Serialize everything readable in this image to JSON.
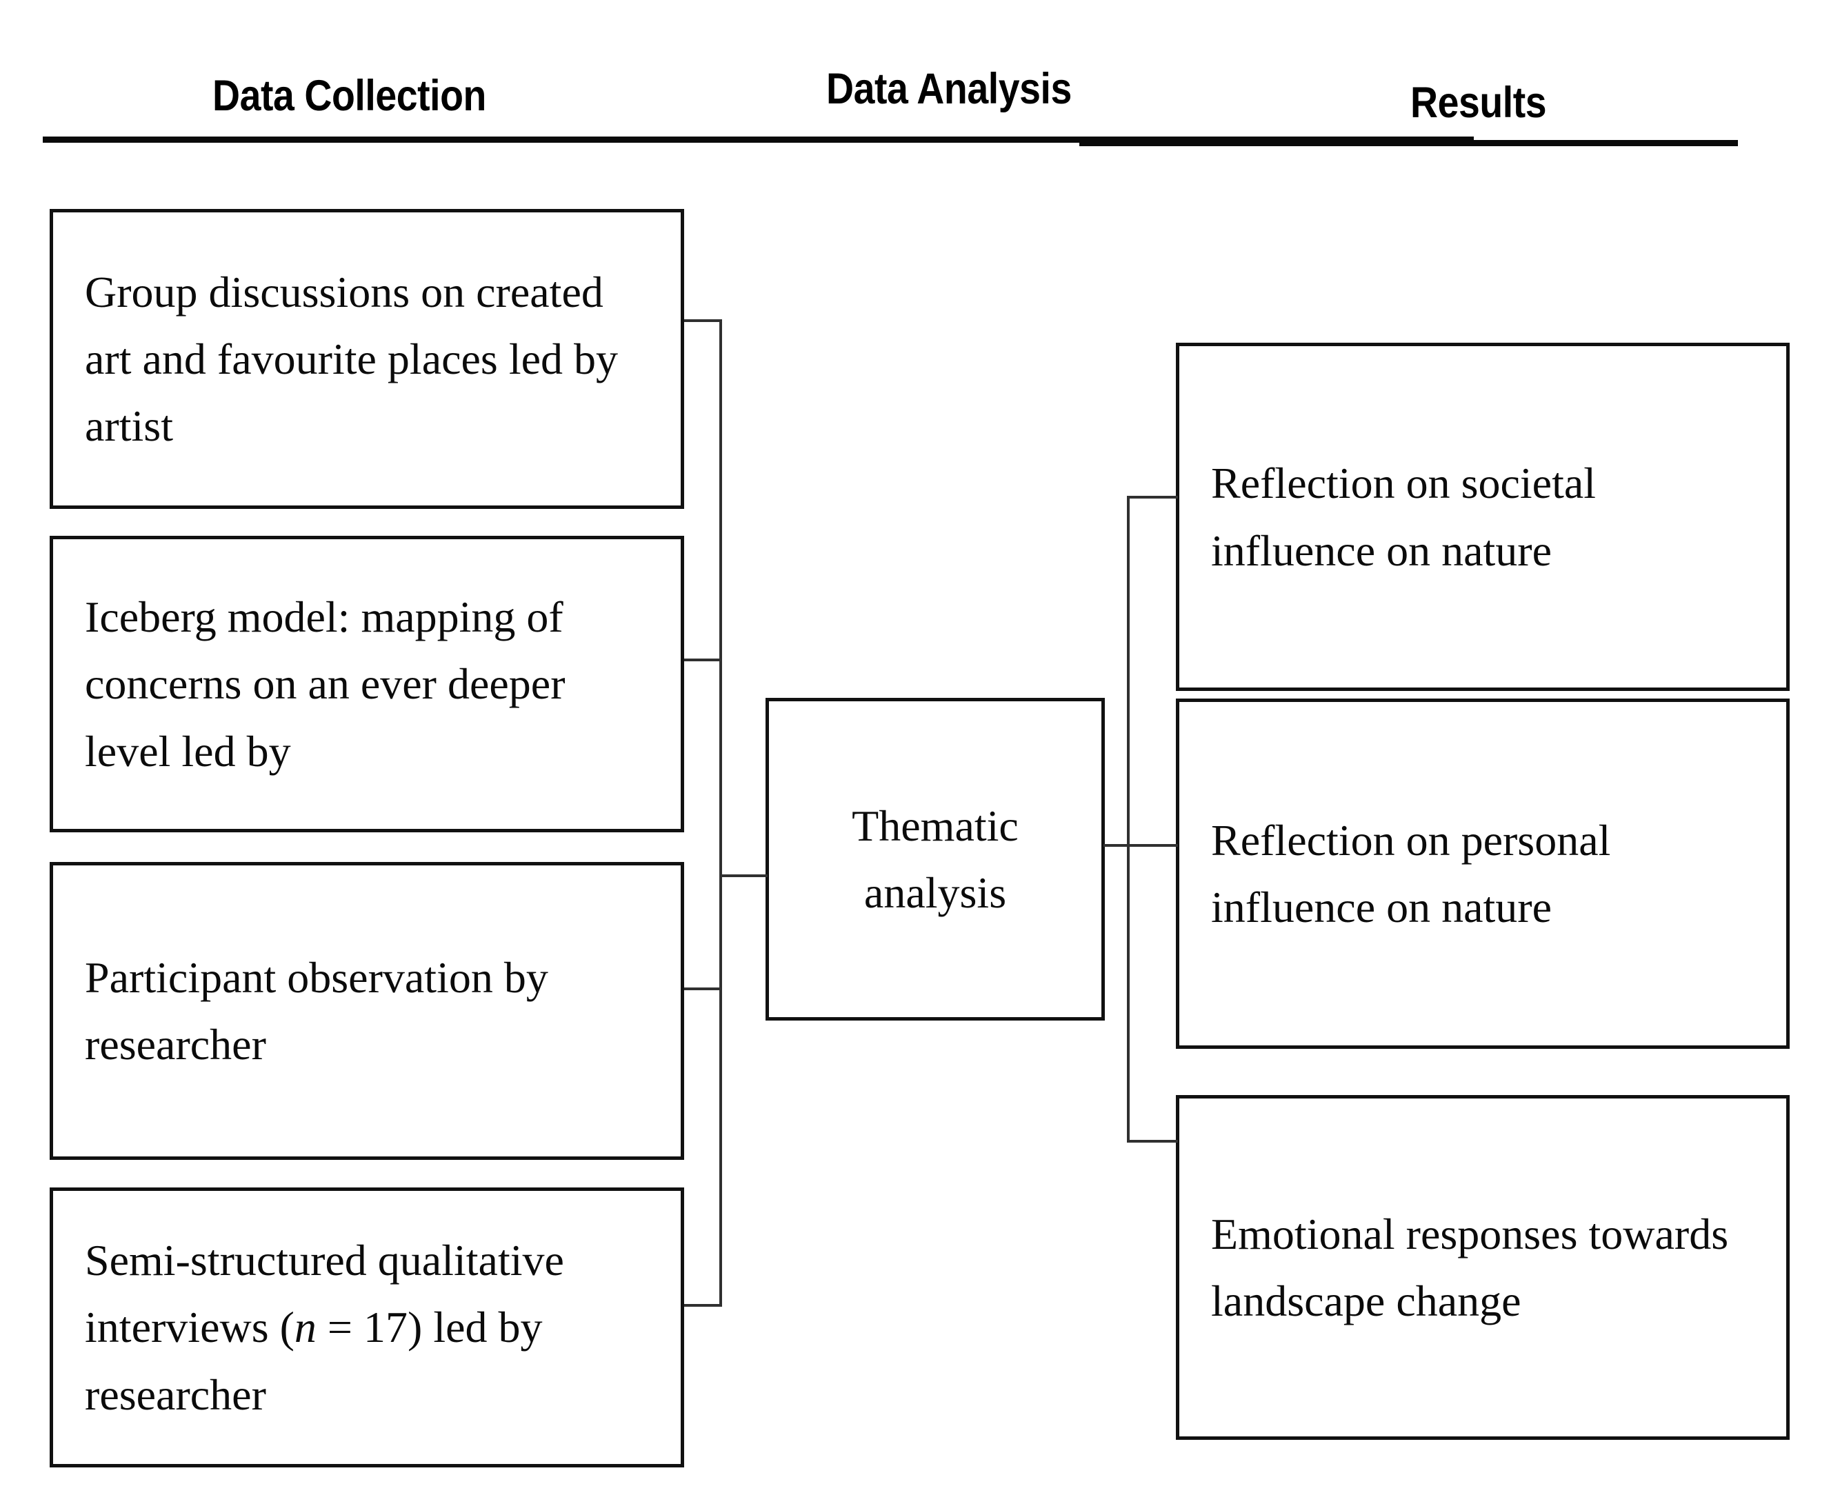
{
  "figure": {
    "title": "Research design flow diagram",
    "stroke_color": "#111111",
    "connector_color": "#303030",
    "background_color": "#ffffff"
  },
  "headers": {
    "data_collection": "Data Collection",
    "data_analysis": "Data Analysis",
    "results": "Results"
  },
  "data_collection": {
    "boxes": [
      {
        "id": "group-discussions",
        "text": "Group discussions on created art and favourite places led by artist"
      },
      {
        "id": "iceberg-model",
        "text": "Iceberg model: mapping of concerns on an ever deeper level led by"
      },
      {
        "id": "participant-observation",
        "text": "Participant observation by researcher"
      },
      {
        "id": "semi-structured-interviews",
        "text_before_italic": "Semi-structured qualitative interviews (",
        "italic_symbol": "n",
        "text_after_italic": " = 17) led by researcher"
      }
    ]
  },
  "data_analysis": {
    "boxes": [
      {
        "id": "thematic-analysis",
        "line1": "Thematic",
        "line2": "analysis"
      }
    ]
  },
  "results": {
    "boxes": [
      {
        "id": "societal-influence",
        "text": "Reflection on societal influence on nature"
      },
      {
        "id": "personal-influence",
        "text": "Reflection on personal influence on nature"
      },
      {
        "id": "emotional-responses",
        "text": "Emotional responses towards landscape change"
      }
    ]
  }
}
